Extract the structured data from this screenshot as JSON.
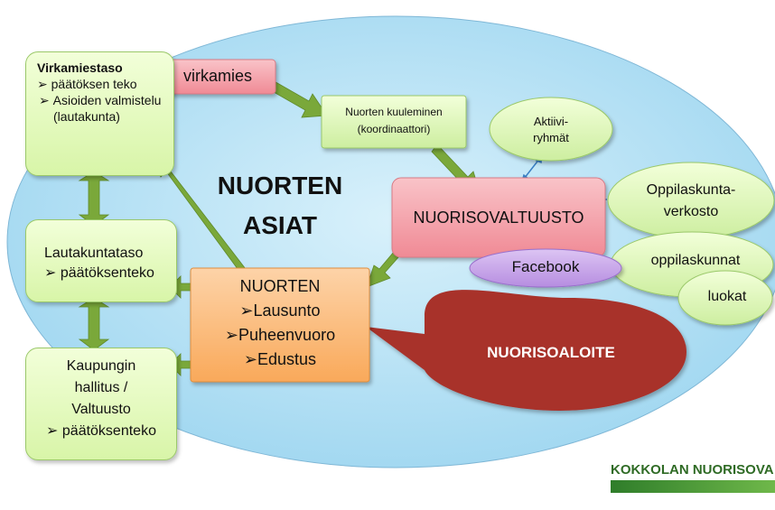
{
  "center": {
    "line1": "NUORTEN",
    "line2": "ASIAT"
  },
  "virkamiestaso": {
    "title": "Virkamiestaso",
    "items": [
      "päätöksen teko",
      "Asioiden valmistelu (lautakunta)"
    ]
  },
  "virkamies": "virkamies",
  "kuuleminen": {
    "line1": "Nuorten kuuleminen",
    "line2": "(koordinaattori)"
  },
  "lautakuntataso": {
    "title": "Lautakuntataso",
    "item": "päätöksenteko"
  },
  "kaupungin": {
    "title_line1": "Kaupungin",
    "title_line2": "hallitus /",
    "title_line3": "Valtuusto",
    "item": "päätöksenteko"
  },
  "nuorten_box": {
    "title": "NUORTEN",
    "items": [
      "Lausunto",
      "Puheenvuoro",
      "Edustus"
    ]
  },
  "nuorisovaltuusto": "NUORISOVALTUUSTO",
  "aktiivi": {
    "line1": "Aktiivi-",
    "line2": "ryhmät"
  },
  "oppilaskuntaverkosto": {
    "line1": "Oppilaskunta-",
    "line2": "verkosto"
  },
  "facebook": "Facebook",
  "oppilaskunnat": "oppilaskunnat",
  "luokat": "luokat",
  "nuorisoaloite": "NUORISOALOITE",
  "logo": "KOKKOLAN NUORISOVA",
  "colors": {
    "ellipse": "#a9dcf2",
    "green_fill": "#d8f5a8",
    "arrow_green": "#7aa83a",
    "pink": "#f4a3ab",
    "orange": "#fbb978",
    "purple": "#c9a6e8",
    "dark_red": "#a8312c",
    "small_arrow": "#3a7fc4"
  }
}
